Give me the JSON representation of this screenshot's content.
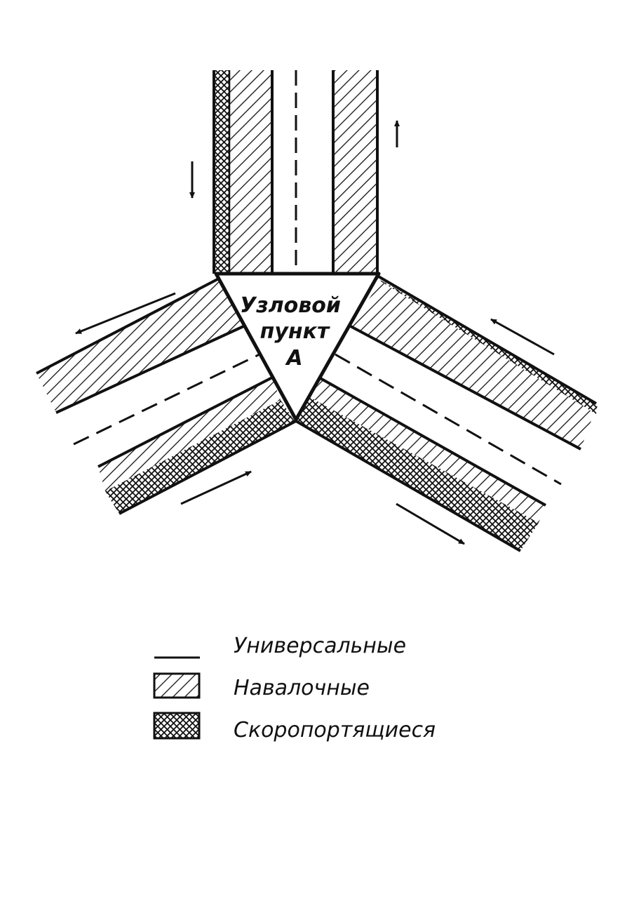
{
  "node": {
    "line1": "Узловой",
    "line2": "пункт",
    "line3": "А"
  },
  "legend": [
    {
      "key": "universal",
      "label": "Универсальные",
      "pattern": "line"
    },
    {
      "key": "bulk",
      "label": "Навалочные",
      "pattern": "hatch"
    },
    {
      "key": "perishable",
      "label": "Скоропортящиеся",
      "pattern": "crosshatch"
    }
  ],
  "colors": {
    "ink": "#111111",
    "paper": "#ffffff"
  }
}
